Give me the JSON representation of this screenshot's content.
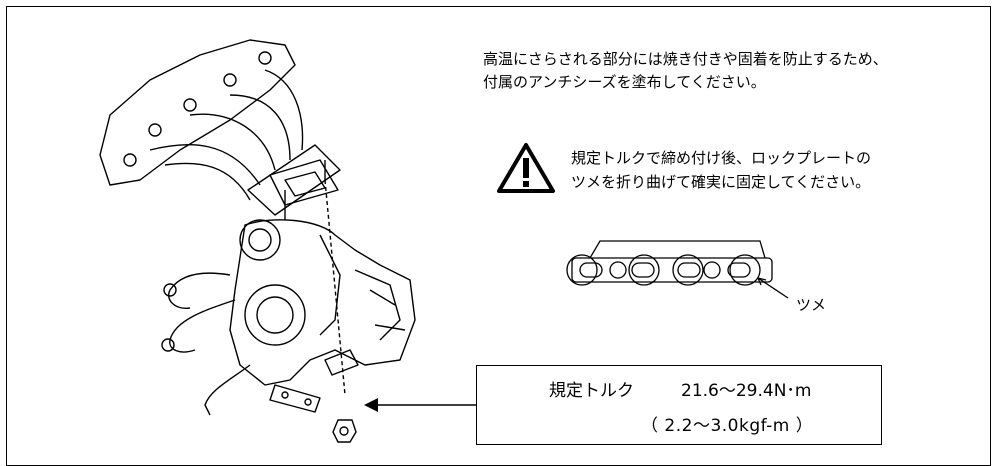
{
  "note": {
    "line1": "高温にさらされる部分には焼き付きや固着を防止するため、",
    "line2": "付属のアンチシーズを塗布してください。"
  },
  "warning": {
    "icon": "warning-triangle-icon",
    "line1": "規定トルクで締め付け後、ロックプレートの",
    "line2": "ツメを折り曲げて確実に固定してください。"
  },
  "plate": {
    "tab_label": "ツメ"
  },
  "torque": {
    "label": "規定トルク",
    "value": "21.6～29.4N･m",
    "alt_value": "（ 2.2～3.0kgf-m ）"
  }
}
